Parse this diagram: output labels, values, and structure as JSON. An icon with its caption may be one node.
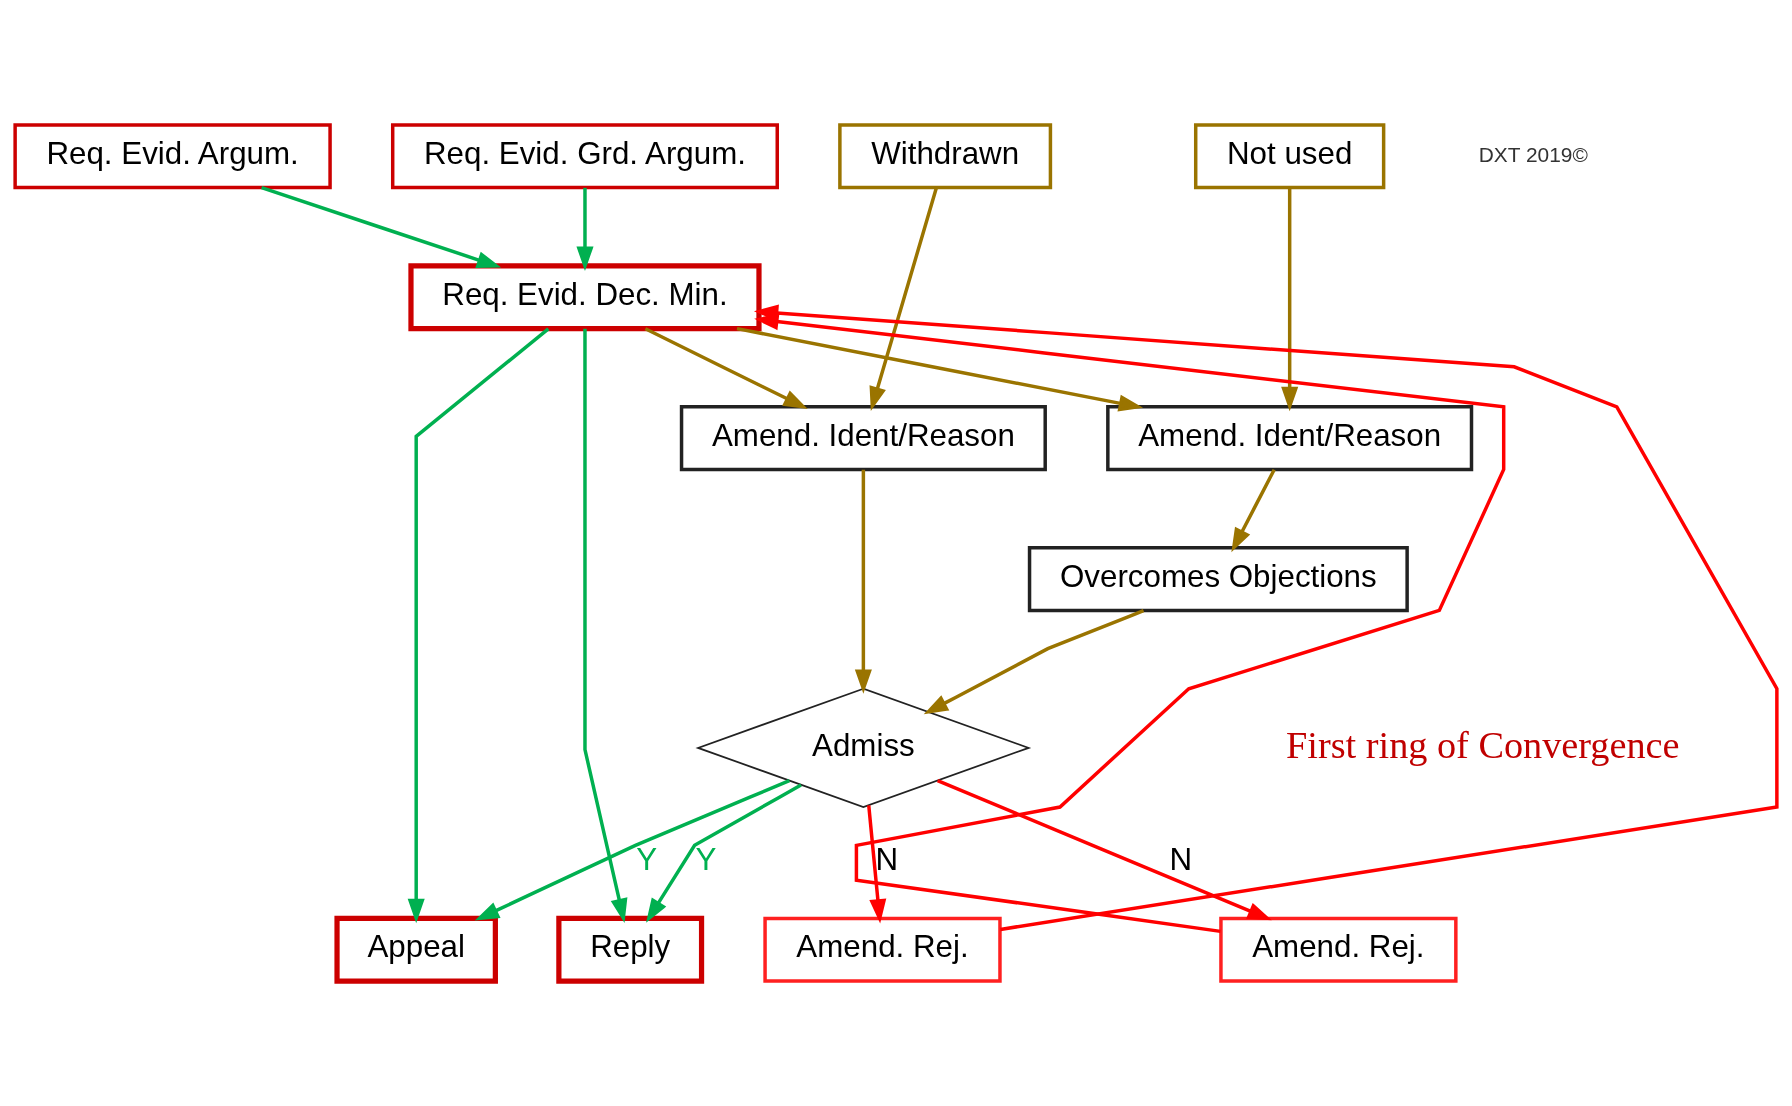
{
  "diagram": {
    "nodes": [
      {
        "text": [
          "Not used"
        ]
      },
      {
        "text": [
          "Req. Evid. Argum."
        ]
      },
      {
        "text": [
          "Req. Evid. Grd. Argum."
        ]
      },
      {
        "text": [
          "Withdrawn"
        ]
      },
      {
        "text": [
          "Req. Evid. Dec. Min."
        ]
      },
      {
        "text": [
          "Amend. Ident/Reason"
        ]
      },
      {
        "text": [
          "Amend. Ident/Reason"
        ]
      },
      {
        "text": [
          "Overcomes Objections"
        ]
      },
      {
        "text": [
          "Appeal"
        ]
      },
      {
        "text": [
          "Reply"
        ]
      },
      {
        "text": [
          "Amend. Rej."
        ]
      },
      {
        "text": [
          "Admiss"
        ]
      },
      {
        "text": [
          "Amend. Rej."
        ]
      }
    ],
    "edges": [
      {
        "from": 1,
        "to": 4,
        "arrow": "to",
        "color": "#00b050"
      },
      {
        "from": 2,
        "to": 4,
        "arrow": "to",
        "color": "#00b050"
      },
      {
        "from": 0,
        "to": 5,
        "arrow": "to"
      },
      {
        "from": 4,
        "to": 5,
        "arrow": "to"
      },
      {
        "from": 4,
        "to": 6,
        "arrow": "to"
      },
      {
        "from": 3,
        "to": 6,
        "arrow": "to"
      },
      {
        "from": 5,
        "to": 7,
        "arrow": "to"
      },
      {
        "from": 7,
        "to": 11,
        "arrow": "to"
      },
      {
        "from": 6,
        "to": 11,
        "arrow": "to"
      },
      {
        "from": 4,
        "to": 8,
        "arrow": "to",
        "color": "#00b050"
      },
      {
        "from": 4,
        "to": 9,
        "arrow": "to",
        "color": "#00b050"
      },
      {
        "from": 11,
        "to": 8,
        "label": "Y",
        "arrow": "to",
        "color": "#00b050"
      },
      {
        "from": 11,
        "to": 9,
        "label": "Y",
        "arrow": "to",
        "color": "#00b050"
      },
      {
        "from": 11,
        "to": 10,
        "label": "N",
        "arrow": "to",
        "color": "#ff0000"
      },
      {
        "from": 11,
        "to": 12,
        "label": "N",
        "arrow": "to",
        "color": "#ff0000"
      },
      {
        "from": 10,
        "to": 4,
        "arrow": "to",
        "color": "#ff0000"
      },
      {
        "from": 12,
        "to": 4,
        "arrow": "to",
        "color": "#ff0000"
      }
    ],
    "labels": [
      "First ring of Convergence",
      "DXT 2019©"
    ]
  }
}
